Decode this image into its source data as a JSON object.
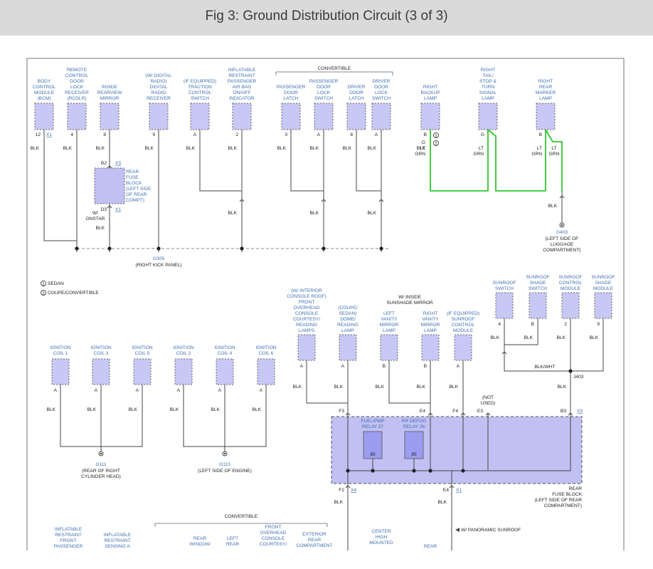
{
  "title": "Fig 3: Ground Distribution Circuit (3 of 3)",
  "colors": {
    "label": "#3f6fb0",
    "wire": "#444444",
    "green_wire": "#2ec62e",
    "connector_fill": "#c8c8f5",
    "fuse_block_fill": "#c0c0f2",
    "relay_fill": "#9c9cf0"
  },
  "top_components": [
    {
      "label": [
        "BODY",
        "CONTROL",
        "MODULE",
        "(BCM)"
      ],
      "pin": "12",
      "conn": "X1",
      "wire": "BLK"
    },
    {
      "label": [
        "REMOTE",
        "CONTROL",
        "DOOR",
        "LOCK",
        "RECEIVER",
        "(RCDLR)"
      ],
      "pin": "4",
      "conn": "",
      "wire": "BLK"
    },
    {
      "label": [
        "INSIDE",
        "REARVIEW",
        "MIRROR"
      ],
      "pin": "8",
      "conn": "",
      "wire": "BLK"
    },
    {
      "label": [
        "(W/ DIGITAL",
        "RADIO)",
        "DIGITAL",
        "RADIO",
        "RECEIVER"
      ],
      "pin": "9",
      "conn": "",
      "wire": "BLK"
    },
    {
      "label": [
        "(IF EQUIPPED)",
        "TRACTION",
        "CONTROL",
        "SWITCH"
      ],
      "pin": "A",
      "conn": "",
      "wire": "BLK"
    },
    {
      "label": [
        "INFLATABLE",
        "RESTRAINT",
        "PASSENGER",
        "AIR BAG",
        "ON/OFF",
        "INDICATOR"
      ],
      "pin": "2",
      "conn": "",
      "wire": "BLK"
    },
    {
      "label": [
        "PASSENGER",
        "DOOR",
        "LATCH"
      ],
      "pin": "3",
      "conn": "",
      "wire": "BLK"
    },
    {
      "label": [
        "PASSENGER",
        "DOOR",
        "LOCK",
        "SWITCH"
      ],
      "pin": "A",
      "conn": "",
      "wire": "BLK"
    },
    {
      "label": [
        "DRIVER",
        "DOOR",
        "LATCH"
      ],
      "pin": "8",
      "conn": "",
      "wire": "BLK"
    },
    {
      "label": [
        "DRIVER",
        "DOOR",
        "LOCK",
        "SWITCH"
      ],
      "pin": "A",
      "conn": "",
      "wire": "BLK"
    },
    {
      "label": [
        "RIGHT",
        "BACKUP",
        "LAMP"
      ],
      "pin": "B",
      "conn": "",
      "wire": "BLK"
    },
    {
      "label": [
        "RIGHT",
        "TAIL/",
        "STOP &",
        "TURN",
        "SIGNAL",
        "LAMP"
      ],
      "pin": "G",
      "conn": "",
      "wire": ""
    },
    {
      "label": [
        "RIGHT",
        "REAR",
        "MARKER",
        "LAMP"
      ],
      "pin": "B",
      "conn": "",
      "wire": ""
    }
  ],
  "convertible_label": "CONVERTIBLE",
  "rear_fuse_block_top": {
    "label": [
      "REAR",
      "FUSE",
      "BLOCK",
      "(LEFT SIDE",
      "OF REAR",
      "COMPT)"
    ],
    "pin_top": "B2",
    "conn_top": "X3",
    "pin_bottom": "D3",
    "conn_bottom": "X1"
  },
  "w_onstar": [
    "W/",
    "ONSTAR"
  ],
  "blk": "BLK",
  "g_lt_grn": [
    "G",
    "LT",
    "GRN"
  ],
  "lt_grn": [
    "LT",
    "GRN"
  ],
  "circle_1": "1",
  "circle_2": "2",
  "g305": {
    "name": "G305",
    "desc": "(RIGHT KICK PANEL)"
  },
  "g403": {
    "name": "G403",
    "desc": [
      "(LEFT SIDE OF",
      "LUGGAGE",
      "COMPARTMENT)"
    ]
  },
  "legend": [
    {
      "num": "1",
      "text": "SEDAN"
    },
    {
      "num": "2",
      "text": "COUPE/CONVERTIBLE"
    }
  ],
  "ignition_coils": [
    {
      "label": [
        "IGNITION",
        "COIL 1"
      ],
      "pin": "A"
    },
    {
      "label": [
        "IGNITION",
        "COIL 3"
      ],
      "pin": "A"
    },
    {
      "label": [
        "IGNITION",
        "COIL 5"
      ],
      "pin": "A"
    },
    {
      "label": [
        "IGNITION",
        "COIL 2"
      ],
      "pin": "A"
    },
    {
      "label": [
        "IGNITION",
        "COIL 4"
      ],
      "pin": "A"
    },
    {
      "label": [
        "IGNITION",
        "COIL 6"
      ],
      "pin": "A"
    }
  ],
  "g111": {
    "name": "G111",
    "desc": [
      "(REAR OF RIGHT",
      "CYLINDER HEAD)"
    ]
  },
  "g113": {
    "name": "G113",
    "desc": "(LEFT SIDE OF ENGINE)"
  },
  "mid_components": [
    {
      "label": [
        "(W/ INTERIOR",
        "CONSOLE ROOF)",
        "FRONT",
        "OVERHEAD",
        "CONSOLE",
        "COURTESY/",
        "READING",
        "LAMPS"
      ],
      "pin": "A"
    },
    {
      "label": [
        "(COUPE/",
        "SEDAN)",
        "DOME/",
        "READING",
        "LAMP"
      ],
      "pin": "A"
    },
    {
      "label": [
        "LEFT",
        "VANITY",
        "MIRROR",
        "LAMP"
      ],
      "pin": "B"
    },
    {
      "label": [
        "RIGHT",
        "VANITY",
        "MIRROR",
        "LAMP"
      ],
      "pin": "B"
    },
    {
      "label": [
        "(IF EQUIPPED)",
        "SUNROOF",
        "CONTROL",
        "MODULE"
      ],
      "pin": "A"
    }
  ],
  "w_inside_sunshade": [
    "W/ INSIDE",
    "SUNSHADE MIRROR"
  ],
  "sunroof_components": [
    {
      "label": [
        "SUNROOF",
        "SWITCH"
      ],
      "pin": "4"
    },
    {
      "label": [
        "SUNROOF",
        "SHADE",
        "SWITCH"
      ],
      "pin": "B"
    },
    {
      "label": [
        "SUNROOF",
        "CONTROL",
        "MODULE"
      ],
      "pin": "2"
    },
    {
      "label": [
        "SUNROOF",
        "SHADE",
        "MODULE"
      ],
      "pin": "9"
    }
  ],
  "blk_wht": "BLK/WHT",
  "j403": "J403",
  "not_used": [
    "(NOT",
    "USED)"
  ],
  "fuse_pins": {
    "f3": "F3",
    "e4": "E4",
    "f4": "F4",
    "e3": "E3",
    "b3": "B3",
    "x3": "X3",
    "f2": "F2",
    "x4": "X4",
    "e4b": "E4",
    "x1": "X1"
  },
  "relays": [
    {
      "label": [
        "FUEL/PMP",
        "RELAY 37"
      ],
      "pin": "85"
    },
    {
      "label": [
        "RR DEFOG",
        "RELAY 26"
      ],
      "pin": "85"
    }
  ],
  "rear_fuse_block_bottom": [
    "REAR",
    "FUSE BLOCK",
    "(LEFT SIDE OF REAR",
    "COMPARTMENT)"
  ],
  "w_panoramic": "W/ PANORAMIC SUNROOF",
  "bottom_convertible": "CONVERTIBLE",
  "bottom_labels": [
    [
      "INFLATABLE",
      "RESTRAINT",
      "FRONT",
      "PASSENGER"
    ],
    [
      "INFLATABLE",
      "RESTRAINT",
      "SENSING A"
    ],
    [
      "REAR",
      "WINDOW"
    ],
    [
      "LEFT",
      "REAR"
    ],
    [
      "FRONT",
      "OVERHEAD",
      "CONSOLE",
      "COURTESY/"
    ],
    [
      "EXTERIOR",
      "REAR",
      "COMPARTMENT"
    ],
    [
      "CENTER",
      "HIGH",
      "MOUNTED"
    ],
    [
      "REAR"
    ]
  ]
}
